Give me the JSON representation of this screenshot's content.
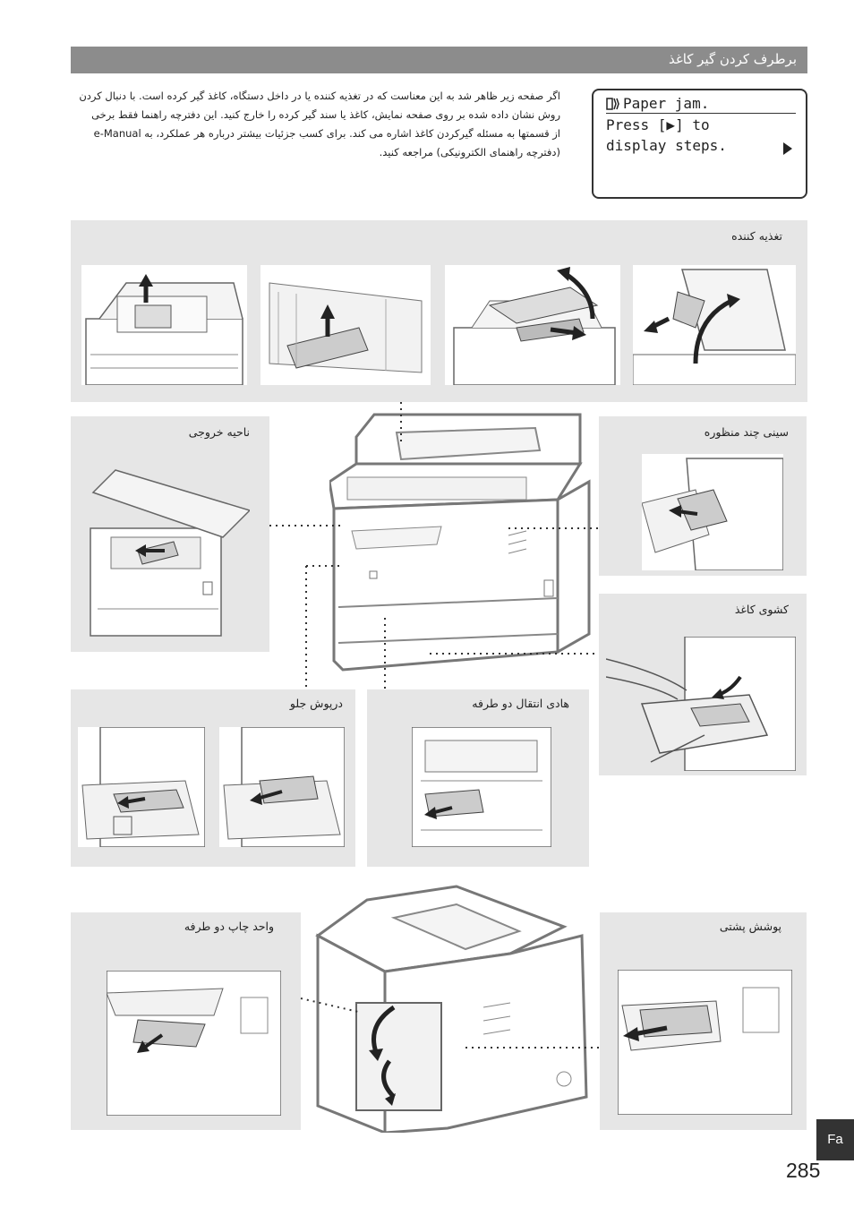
{
  "header": {
    "title": "برطرف کردن گیر کاغذ"
  },
  "intro": {
    "line1": "اگر صفحه زیر ظاهر شد به این معناست که در تغذیه کننده یا در داخل دستگاه، کاغذ گیر کرده است. با دنبال کردن",
    "line2": "روش نشان داده شده بر روی صفحه نمایش، کاغذ یا سند گیر کرده را خارج کنید. این دفترچه راهنما فقط برخی",
    "line3": "از قسمتها به مسئله گیرکردن کاغذ اشاره می کند. برای کسب جزئیات بیشتر درباره هر عملکرد، به e-Manual",
    "line4": "(دفترچه راهنمای الکترونیکی) مراجعه کنید."
  },
  "lcd": {
    "line1": "Paper jam.",
    "line2": "Press [▶] to",
    "line3": "display steps."
  },
  "panels": {
    "feeder": "تغذیه کننده",
    "output": "ناحیه خروجی",
    "multipurpose": "سینی چند منظوره",
    "drawer": "کشوی کاغذ",
    "front": "درپوش جلو",
    "transport": "هادی انتقال دو طرفه",
    "duplex": "واحد چاپ دو طرفه",
    "rear": "پوشش پشتی"
  },
  "lang_tab": "Fa",
  "page_number": "285"
}
